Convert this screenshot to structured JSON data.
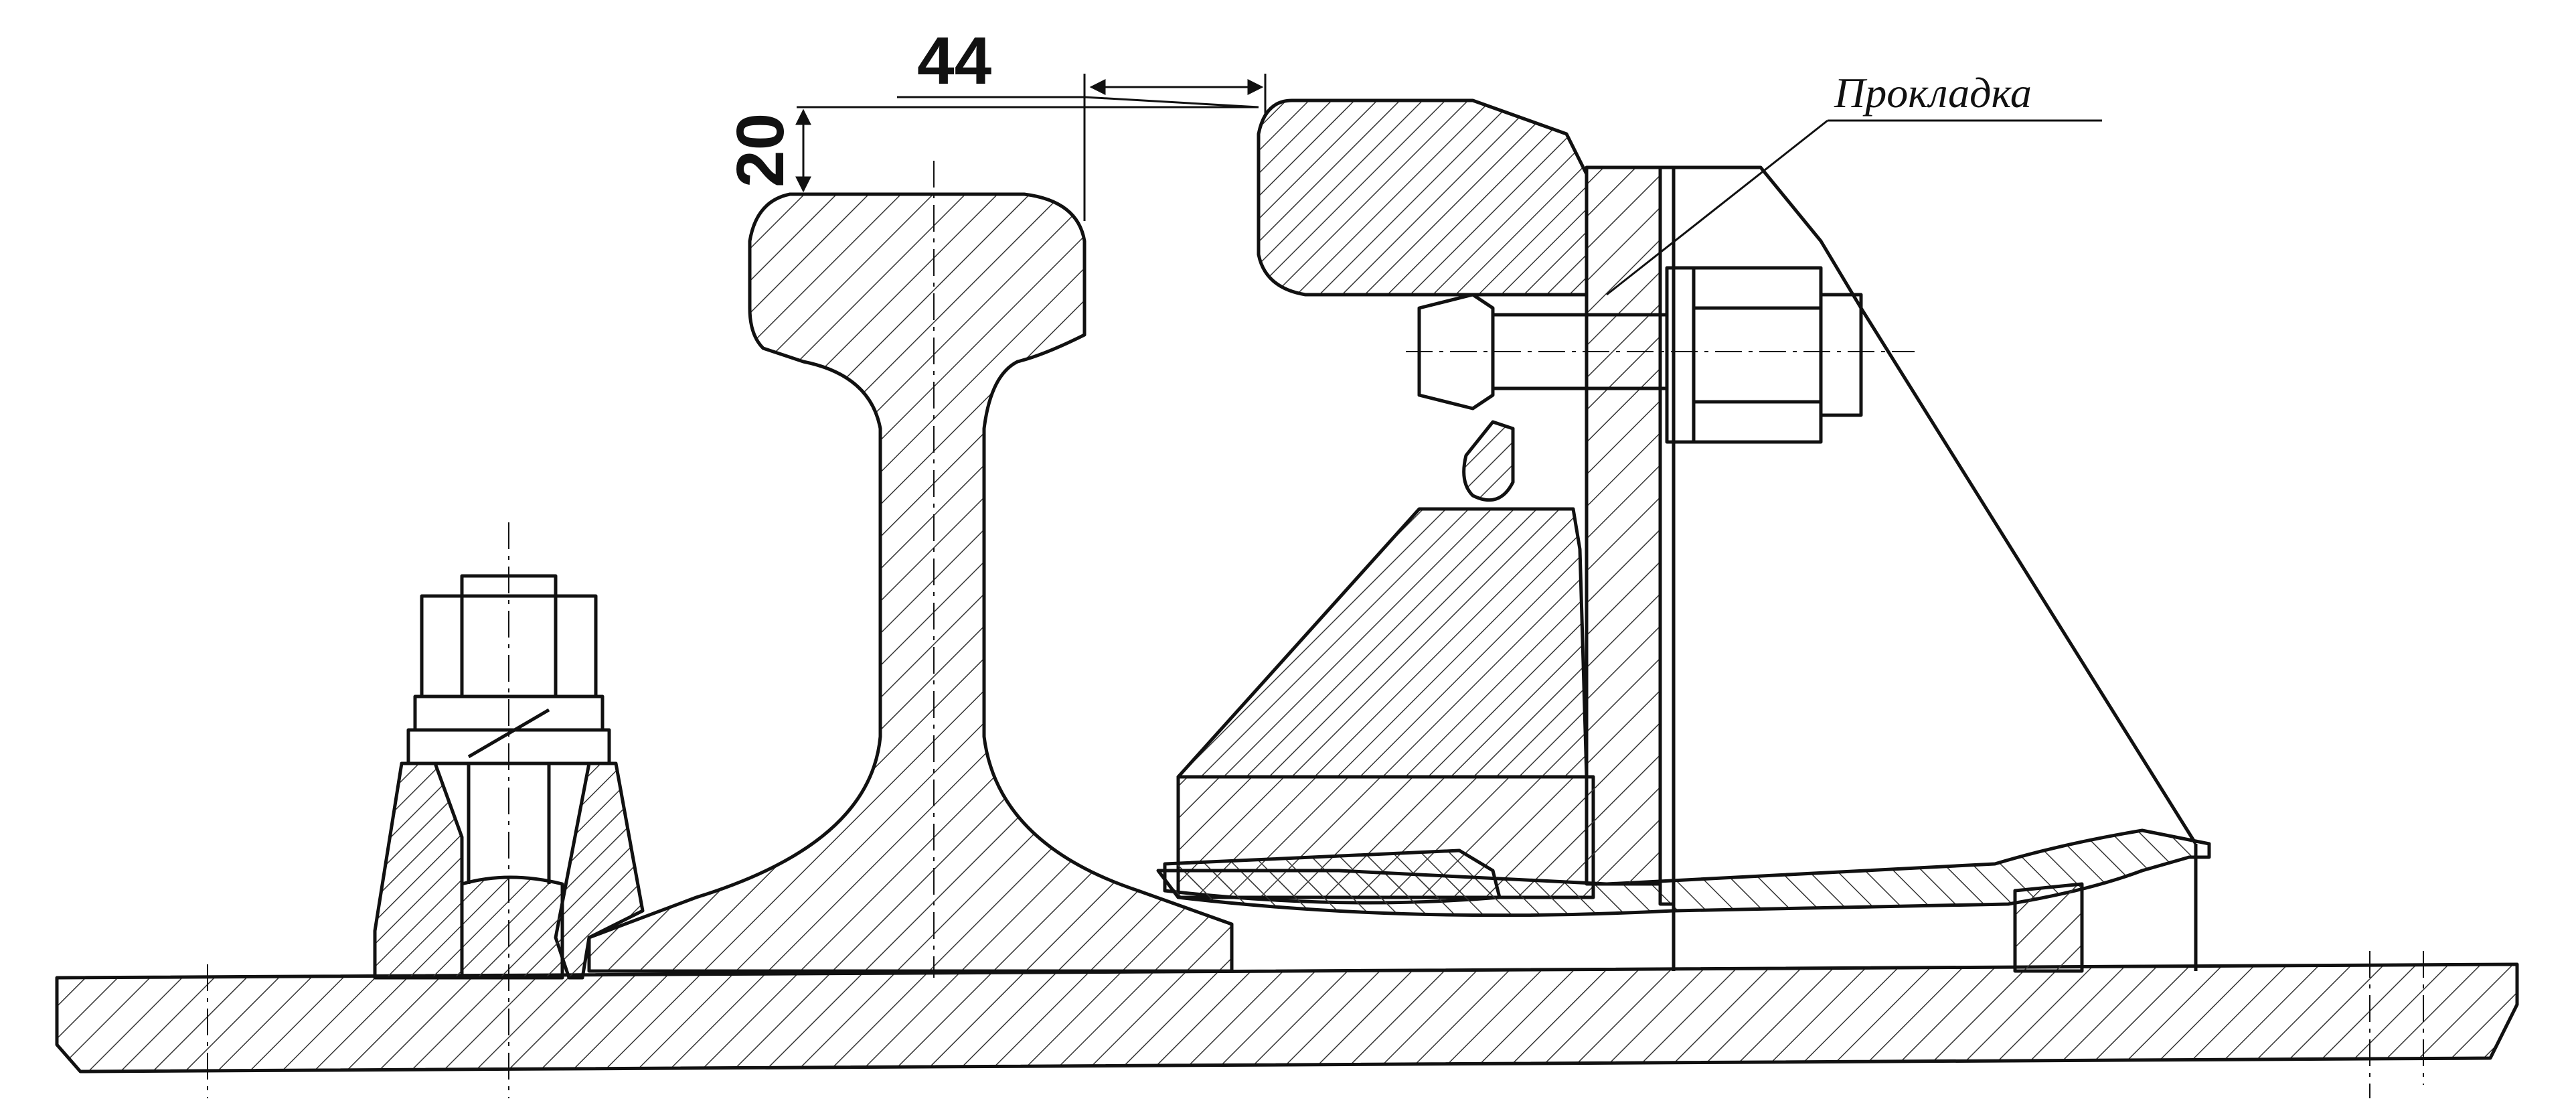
{
  "drawing": {
    "dimensions": {
      "horizontal": "44",
      "vertical": "20"
    },
    "labels": {
      "gasket": "Прокладка"
    },
    "colors": {
      "ink": "#111111",
      "paper": "#ffffff",
      "hatch": "#333333"
    }
  }
}
